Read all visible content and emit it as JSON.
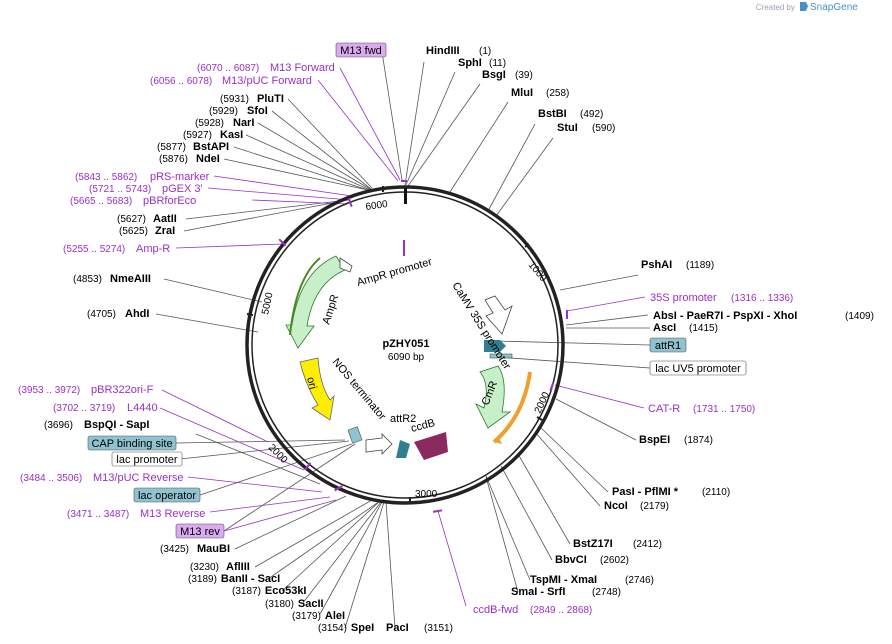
{
  "logo": {
    "created_by": "Created by",
    "brand": "SnapGene"
  },
  "plasmid": {
    "name": "pZHY051",
    "size": "6090 bp"
  },
  "ticks": [
    "1000",
    "2000",
    "3000",
    "5000",
    "6000"
  ],
  "features": {
    "ampr_promoter": "AmpR promoter",
    "ampr": "AmpR",
    "camv": "CaMV 35S promoter",
    "cmr": "CmR",
    "ori": "ori",
    "nos": "NOS terminator",
    "attr2": "attR2",
    "ccdb": "ccdB"
  },
  "sites": [
    {
      "name": "HindIII",
      "pos": "(1)"
    },
    {
      "name": "SphI",
      "pos": "(11)"
    },
    {
      "name": "BsgI",
      "pos": "(39)"
    },
    {
      "name": "MluI",
      "pos": "(258)"
    },
    {
      "name": "BstBI",
      "pos": "(492)"
    },
    {
      "name": "StuI",
      "pos": "(590)"
    },
    {
      "name": "PshAI",
      "pos": "(1189)"
    },
    {
      "name": "AbsI - PaeR7I - PspXI - XhoI",
      "pos": "(1409)"
    },
    {
      "name": "AscI",
      "pos": "(1415)"
    },
    {
      "name": "BspEI",
      "pos": "(1874)"
    },
    {
      "name": "PasI - PflMI *",
      "pos": "(2110)"
    },
    {
      "name": "NcoI",
      "pos": "(2179)"
    },
    {
      "name": "BstZ17I",
      "pos": "(2412)"
    },
    {
      "name": "BbvCI",
      "pos": "(2602)"
    },
    {
      "name": "TspMI - XmaI",
      "pos": "(2746)"
    },
    {
      "name": "SmaI - SrfI",
      "pos": "(2748)"
    },
    {
      "name": "PacI",
      "pos": "(3151)"
    },
    {
      "name": "SpeI",
      "pos": "(3154)"
    },
    {
      "name": "AleI",
      "pos": "(3179)"
    },
    {
      "name": "SacII",
      "pos": "(3180)"
    },
    {
      "name": "Eco53kI",
      "pos": "(3187)"
    },
    {
      "name": "BanII - SacI",
      "pos": "(3189)"
    },
    {
      "name": "AflIII",
      "pos": "(3230)"
    },
    {
      "name": "MauBI",
      "pos": "(3425)"
    },
    {
      "name": "BspQI - SapI",
      "pos": "(3696)"
    },
    {
      "name": "AhdI",
      "pos": "(4705)"
    },
    {
      "name": "NmeAIII",
      "pos": "(4853)"
    },
    {
      "name": "ZraI",
      "pos": "(5625)"
    },
    {
      "name": "AatII",
      "pos": "(5627)"
    },
    {
      "name": "NdeI",
      "pos": "(5876)"
    },
    {
      "name": "BstAPI",
      "pos": "(5877)"
    },
    {
      "name": "KasI",
      "pos": "(5927)"
    },
    {
      "name": "NarI",
      "pos": "(5928)"
    },
    {
      "name": "SfoI",
      "pos": "(5929)"
    },
    {
      "name": "PluTI",
      "pos": "(5931)"
    }
  ],
  "primers": [
    {
      "name": "M13 Forward",
      "pos": "(6070 .. 6087)"
    },
    {
      "name": "M13/pUC Forward",
      "pos": "(6056 .. 6078)"
    },
    {
      "name": "pRS-marker",
      "pos": "(5843 .. 5862)"
    },
    {
      "name": "pGEX 3'",
      "pos": "(5721 .. 5743)"
    },
    {
      "name": "pBRforEco",
      "pos": "(5665 .. 5683)"
    },
    {
      "name": "Amp-R",
      "pos": "(5255 .. 5274)"
    },
    {
      "name": "35S promoter",
      "pos": "(1316 .. 1336)"
    },
    {
      "name": "CAT-R",
      "pos": "(1731 .. 1750)"
    },
    {
      "name": "ccdB-fwd",
      "pos": "(2849 .. 2868)"
    },
    {
      "name": "pBR322ori-F",
      "pos": "(3953 .. 3972)"
    },
    {
      "name": "L4440",
      "pos": "(3702 .. 3719)"
    },
    {
      "name": "M13/pUC Reverse",
      "pos": "(3484 .. 3506)"
    },
    {
      "name": "M13 Reverse",
      "pos": "(3471 .. 3487)"
    }
  ],
  "boxed": {
    "m13_fwd": "M13 fwd",
    "attr1": "attR1",
    "lac_uv5": "lac UV5 promoter",
    "cap": "CAP binding site",
    "lac_promoter": "lac promoter",
    "lac_operator": "lac operator",
    "m13_rev": "M13 rev"
  },
  "colors": {
    "primer": "#9b30c8",
    "box_purple": "#dcaaf0",
    "box_teal": "#8fc3d0",
    "feature_green": "#c8f0c8",
    "ori_yellow": "#ffee00",
    "ccdb": "#8a2a5e",
    "attr": "#2e7f8f"
  }
}
